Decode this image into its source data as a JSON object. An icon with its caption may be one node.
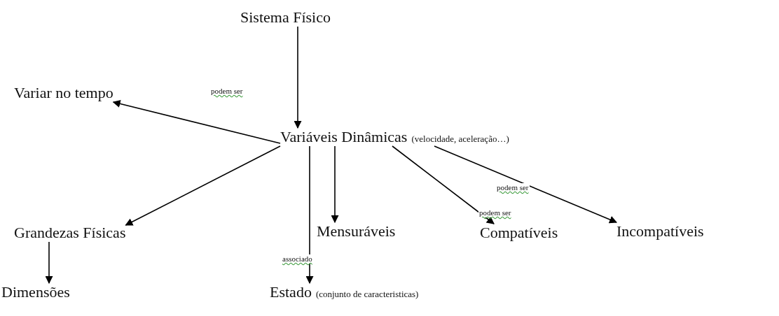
{
  "diagram": {
    "nodes": [
      {
        "text": [
          "Sistema Físico"
        ]
      },
      {
        "text": [
          "Variar no tempo"
        ]
      },
      {
        "text": [
          "Variáveis Dinâmicas",
          "(velocidade, aceleração…)"
        ]
      },
      {
        "text": [
          "Grandezas Físicas"
        ]
      },
      {
        "text": [
          "Mensuráveis"
        ]
      },
      {
        "text": [
          "Compatíveis"
        ]
      },
      {
        "text": [
          "Incompatíveis"
        ]
      },
      {
        "text": [
          "Dimensões"
        ]
      },
      {
        "text": [
          "Estado",
          "(conjunto de caracteristicas)"
        ]
      }
    ],
    "edges": [
      {
        "from": 0,
        "to": 2,
        "arrow": "to"
      },
      {
        "from": 2,
        "to": 1,
        "arrow": "to",
        "label": "podem ser"
      },
      {
        "from": 2,
        "to": 3,
        "arrow": "to"
      },
      {
        "from": 2,
        "to": 4,
        "arrow": "to"
      },
      {
        "from": 2,
        "to": 8,
        "arrow": "to",
        "label": "associado"
      },
      {
        "from": 2,
        "to": 5,
        "arrow": "to",
        "label": "podem ser"
      },
      {
        "from": 2,
        "to": 6,
        "arrow": "to",
        "label": "podem ser"
      },
      {
        "from": 3,
        "to": 7,
        "arrow": "to"
      }
    ]
  }
}
